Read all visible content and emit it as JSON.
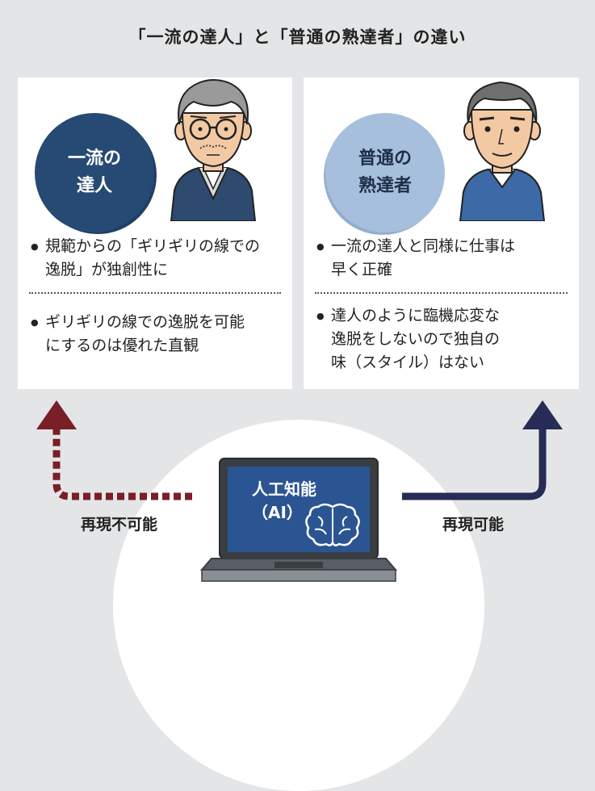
{
  "title": "「一流の達人」と「普通の熟達者」の違い",
  "left": {
    "badge": "一流の\n達人",
    "bullets": [
      "規範からの「ギリギリの線での\n逸脱」が独創性に",
      "ギリギリの線での逸脱を可能\nにするのは優れた直観"
    ]
  },
  "right": {
    "badge": "普通の\n熟達者",
    "bullets": [
      "一流の達人と同様に仕事は\n早く正確",
      "達人のように臨機応変な\n逸脱をしないので独自の\n味（スタイル）はない"
    ]
  },
  "center": {
    "laptop_text": "人工知能\n（AI）",
    "left_label": "再現不可能",
    "right_label": "再現可能"
  },
  "colors": {
    "background": "#e4e5e6",
    "badge_left": "#264a73",
    "badge_right": "#a6bfdd",
    "arrow_left": "#7a1e28",
    "arrow_right": "#262c55",
    "screen": "#2a5592"
  },
  "icons": [
    "person-master-icon",
    "person-expert-icon",
    "laptop-icon",
    "brain-icon",
    "arrow-up-left-icon",
    "arrow-up-right-icon"
  ],
  "bullet_mark": "●"
}
